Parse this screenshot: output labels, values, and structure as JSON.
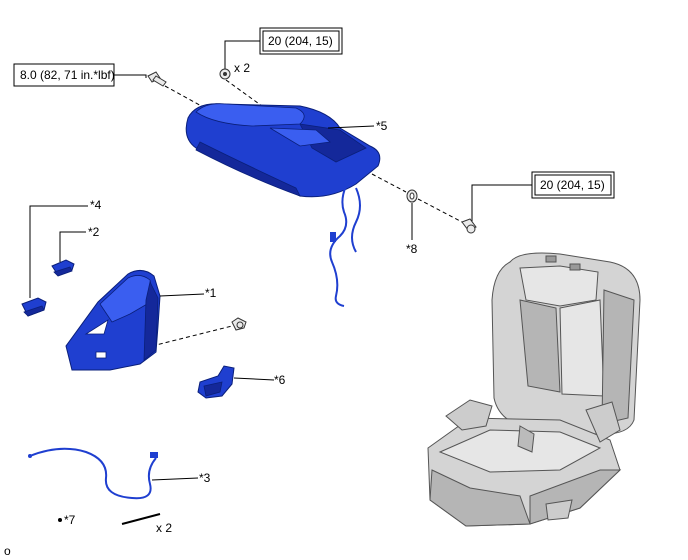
{
  "labels": {
    "torque_left": "8.0 (82, 71 in.*lbf)",
    "torque_top": "20 (204, 15)",
    "torque_right": "20 (204, 15)",
    "qty_top": "x 2",
    "qty_bottom": "x 2",
    "part_1": "*1",
    "part_2": "*2",
    "part_3": "*3",
    "part_4": "*4",
    "part_5": "*5",
    "part_6": "*6",
    "part_7": "*7",
    "part_8": "*8",
    "corner_mark": "o"
  },
  "colors": {
    "highlight_blue": "#1f3fd0",
    "seat_gray": "#d4d4d4"
  }
}
